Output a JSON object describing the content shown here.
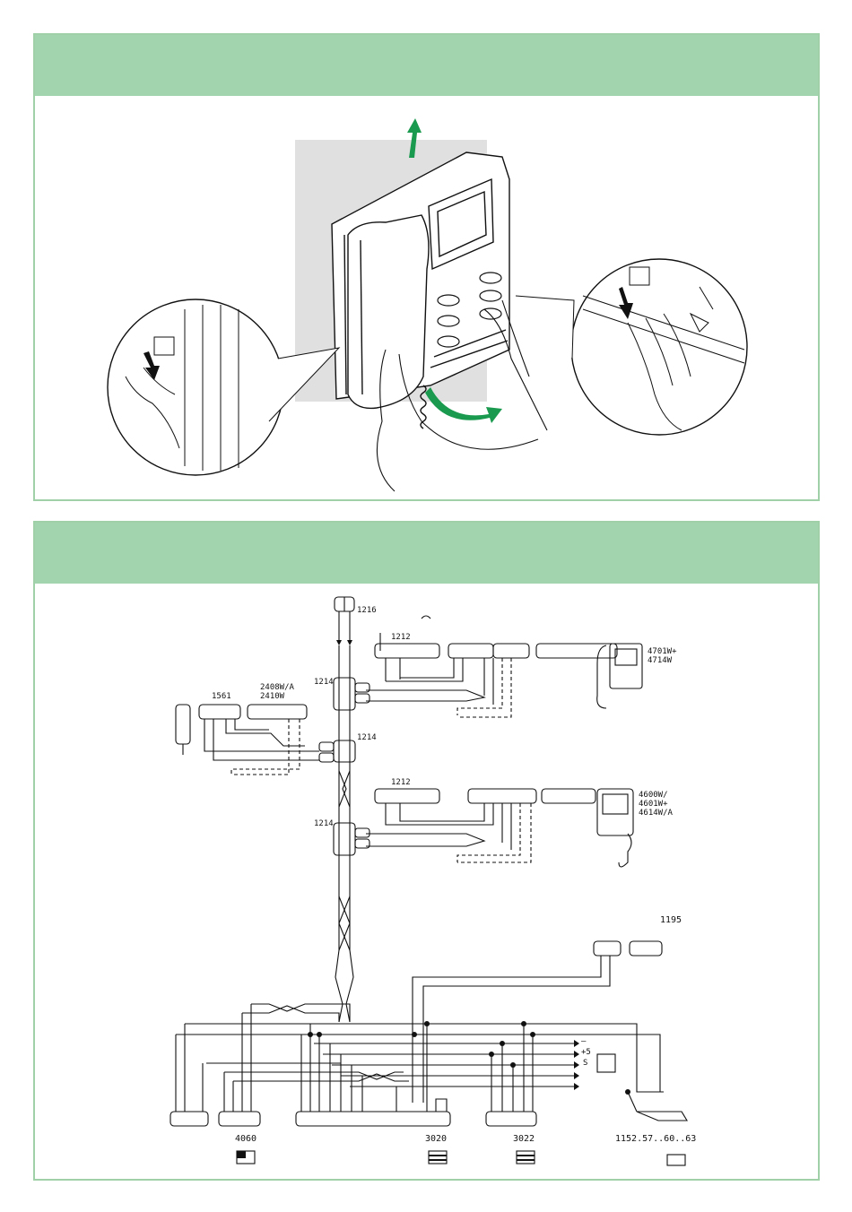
{
  "colors": {
    "header_green": "#a2d4ad",
    "border_green": "#9fd0a8",
    "arrow_green": "#1a9a4e",
    "wall_grey": "#e0e0e0"
  },
  "top_panel": {
    "icons": [
      "wall-panel-icon",
      "intercom-handset-icon",
      "hand-icon",
      "magnifier-left-icon",
      "magnifier-right-icon",
      "arrow-up-icon",
      "arrow-curved-icon"
    ]
  },
  "diagram": {
    "labels": {
      "d1216": "1216",
      "d1212a": "1212",
      "d1212b": "1212",
      "d1214a": "1214",
      "d1214b": "1214",
      "d1214c": "1214",
      "d1561": "1561",
      "d2408": "2408W/A\n2410W",
      "d4701": "4701W+\n4714W",
      "d4600": "4600W/\n4601W+\n4614W/A",
      "d1195": "1195",
      "d4060": "4060",
      "d3020": "3020",
      "d3022": "3022",
      "d1152": "1152.57..60..63",
      "plus5": "+5",
      "s": "S",
      "minus": "—"
    }
  }
}
